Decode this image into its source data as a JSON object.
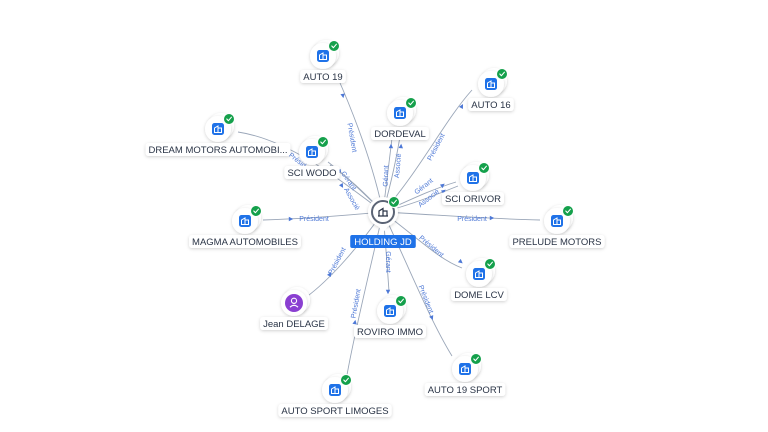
{
  "colors": {
    "company_icon": "#1f72e8",
    "check_badge": "#14a04b",
    "person_icon": "#8a3fd1",
    "edge": "#9aa6b8",
    "edge_label": "#4d78d6",
    "center_label_bg": "#1f72e8"
  },
  "graph": {
    "center": {
      "label": "HOLDING JD",
      "icon": "building-icon",
      "status": "check-icon"
    },
    "nodes": [
      {
        "key": "auto19",
        "label": "AUTO 19",
        "kind": "company"
      },
      {
        "key": "dordeval",
        "label": "DORDEVAL",
        "kind": "company"
      },
      {
        "key": "auto16",
        "label": "AUTO 16",
        "kind": "company"
      },
      {
        "key": "dream",
        "label": "DREAM MOTORS AUTOMOBI...",
        "kind": "company"
      },
      {
        "key": "sciwodo",
        "label": "SCI WODO",
        "kind": "company"
      },
      {
        "key": "sciorivor",
        "label": "SCI ORIVOR",
        "kind": "company"
      },
      {
        "key": "magma",
        "label": "MAGMA AUTOMOBILES",
        "kind": "company"
      },
      {
        "key": "prelude",
        "label": "PRELUDE MOTORS",
        "kind": "company"
      },
      {
        "key": "domelcv",
        "label": "DOME LCV",
        "kind": "company"
      },
      {
        "key": "jean",
        "label": "Jean DELAGE",
        "kind": "person"
      },
      {
        "key": "roviro",
        "label": "ROVIRO IMMO",
        "kind": "company"
      },
      {
        "key": "auto19sport",
        "label": "AUTO 19 SPORT",
        "kind": "company"
      },
      {
        "key": "autosportlimoges",
        "label": "AUTO SPORT LIMOGES",
        "kind": "company"
      }
    ],
    "edges": [
      {
        "from": "center",
        "to": "auto19",
        "label": "Président"
      },
      {
        "from": "center",
        "to": "dordeval",
        "label": "Gérant"
      },
      {
        "from": "center",
        "to": "dordeval",
        "label": "Associé"
      },
      {
        "from": "center",
        "to": "auto16",
        "label": "Président"
      },
      {
        "from": "center",
        "to": "dream",
        "label": "Président"
      },
      {
        "from": "center",
        "to": "sciwodo",
        "label": "Gérant"
      },
      {
        "from": "center",
        "to": "sciwodo",
        "label": "Associé"
      },
      {
        "from": "center",
        "to": "sciorivor",
        "label": "Gérant"
      },
      {
        "from": "center",
        "to": "sciorivor",
        "label": "Associé"
      },
      {
        "from": "center",
        "to": "magma",
        "label": "Président"
      },
      {
        "from": "center",
        "to": "prelude",
        "label": "Président"
      },
      {
        "from": "center",
        "to": "domelcv",
        "label": "Président"
      },
      {
        "from": "center",
        "to": "jean",
        "label": "Président"
      },
      {
        "from": "center",
        "to": "roviro",
        "label": "Gérant"
      },
      {
        "from": "center",
        "to": "auto19sport",
        "label": "Président"
      },
      {
        "from": "center",
        "to": "autosportlimoges",
        "label": "Président"
      }
    ]
  }
}
